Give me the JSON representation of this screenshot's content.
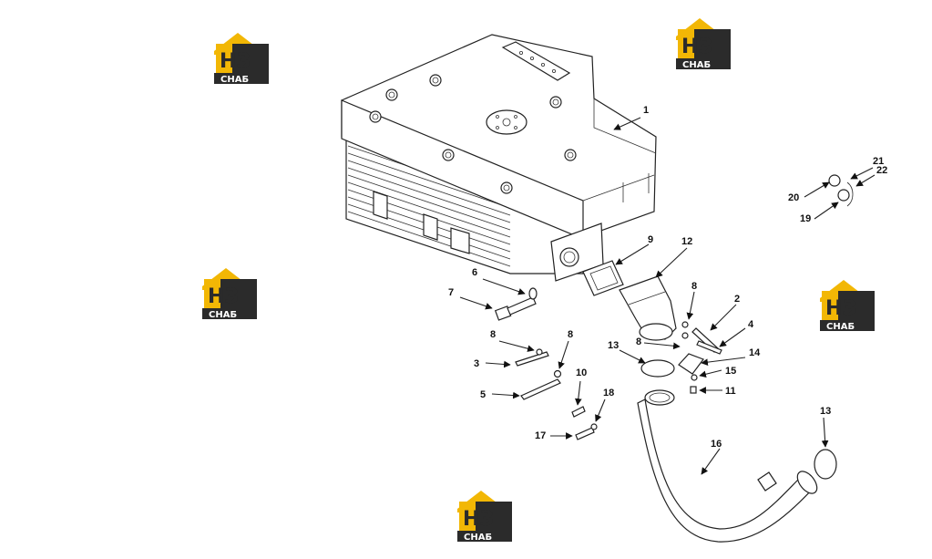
{
  "watermark": {
    "logo_main": "НЗ",
    "logo_sub": "СНАБ",
    "colors": {
      "roof": "#f2b705",
      "box": "#2b2b2b",
      "accent": "#f2b705"
    }
  },
  "callouts": [
    "1",
    "2",
    "3",
    "4",
    "5",
    "6",
    "7",
    "8",
    "8",
    "8",
    "8",
    "9",
    "10",
    "11",
    "12",
    "13",
    "13",
    "14",
    "15",
    "16",
    "17",
    "18",
    "19",
    "20",
    "21",
    "22"
  ]
}
